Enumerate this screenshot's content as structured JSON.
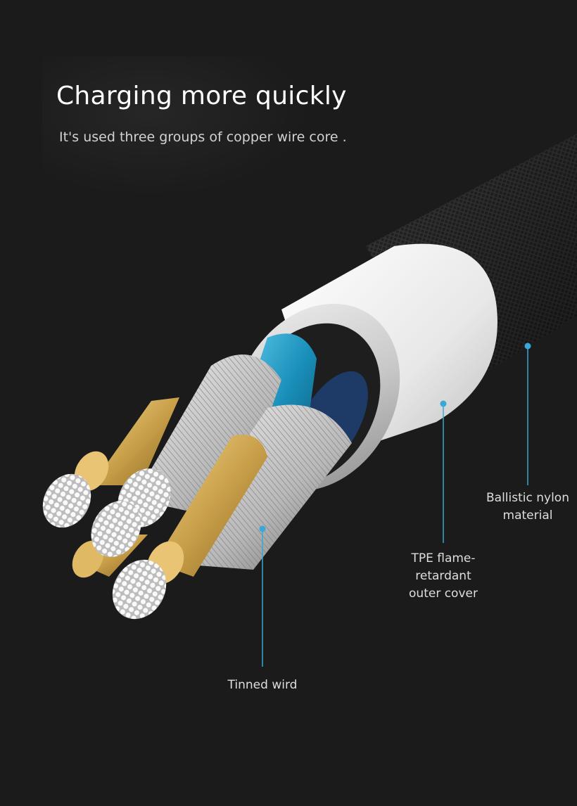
{
  "heading": {
    "title": "Charging more quickly",
    "subtitle": "It's used three groups of copper wire core ."
  },
  "callouts": {
    "nylon": [
      "Ballistic nylon",
      "material"
    ],
    "tpe": [
      "TPE flame-",
      "retardant",
      "outer cover"
    ],
    "tinned": [
      "Tinned wird"
    ]
  },
  "colors": {
    "background": "#1b1b1b",
    "callout_line": "#3ba7d6",
    "copper": "#d9b35a",
    "insulator_blue": "#1aa0c9",
    "outer_cover": "#f2f2f2"
  }
}
